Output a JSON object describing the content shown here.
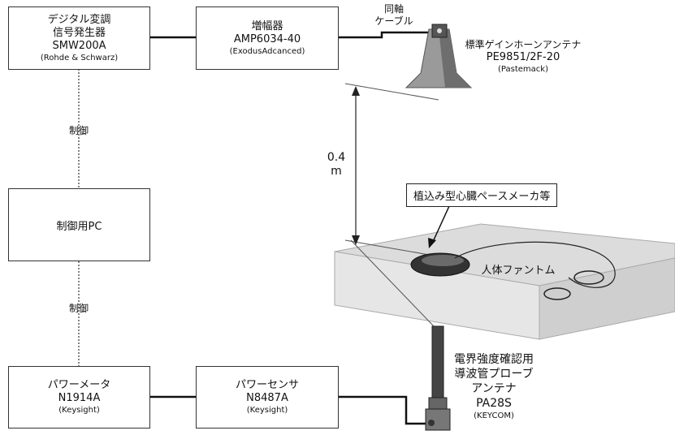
{
  "boxes": {
    "sig_gen": {
      "line1": "デジタル変調",
      "line2": "信号発生器",
      "line3": "SMW200A",
      "line4": "(Rohde & Schwarz)"
    },
    "amp": {
      "line1": "増幅器",
      "line2": "AMP6034-40",
      "line3": "(ExodusAdcanced)"
    },
    "pc": {
      "label": "制御用PC"
    },
    "meter": {
      "line1": "パワーメータ",
      "line2": "N1914A",
      "line3": "(Keysight)"
    },
    "sensor": {
      "line1": "パワーセンサ",
      "line2": "N8487A",
      "line3": "(Keysight)"
    }
  },
  "labels": {
    "control1": "制御",
    "control2": "制御",
    "coax_line1": "同軸",
    "coax_line2": "ケーブル",
    "horn_line1": "標準ゲインホーンアンテナ",
    "horn_line2": "PE9851/2F-20",
    "horn_line3": "(Pastemack)",
    "distance_value": "0.4",
    "distance_unit": "m",
    "pacemaker": "植込み型心臓ペースメーカ等",
    "phantom": "人体ファントム",
    "probe_line1": "電界強度確認用",
    "probe_line2": "導波管プローブ",
    "probe_line3": "アンテナ",
    "probe_line4": "PA28S",
    "probe_line5": "(KEYCOM)"
  }
}
